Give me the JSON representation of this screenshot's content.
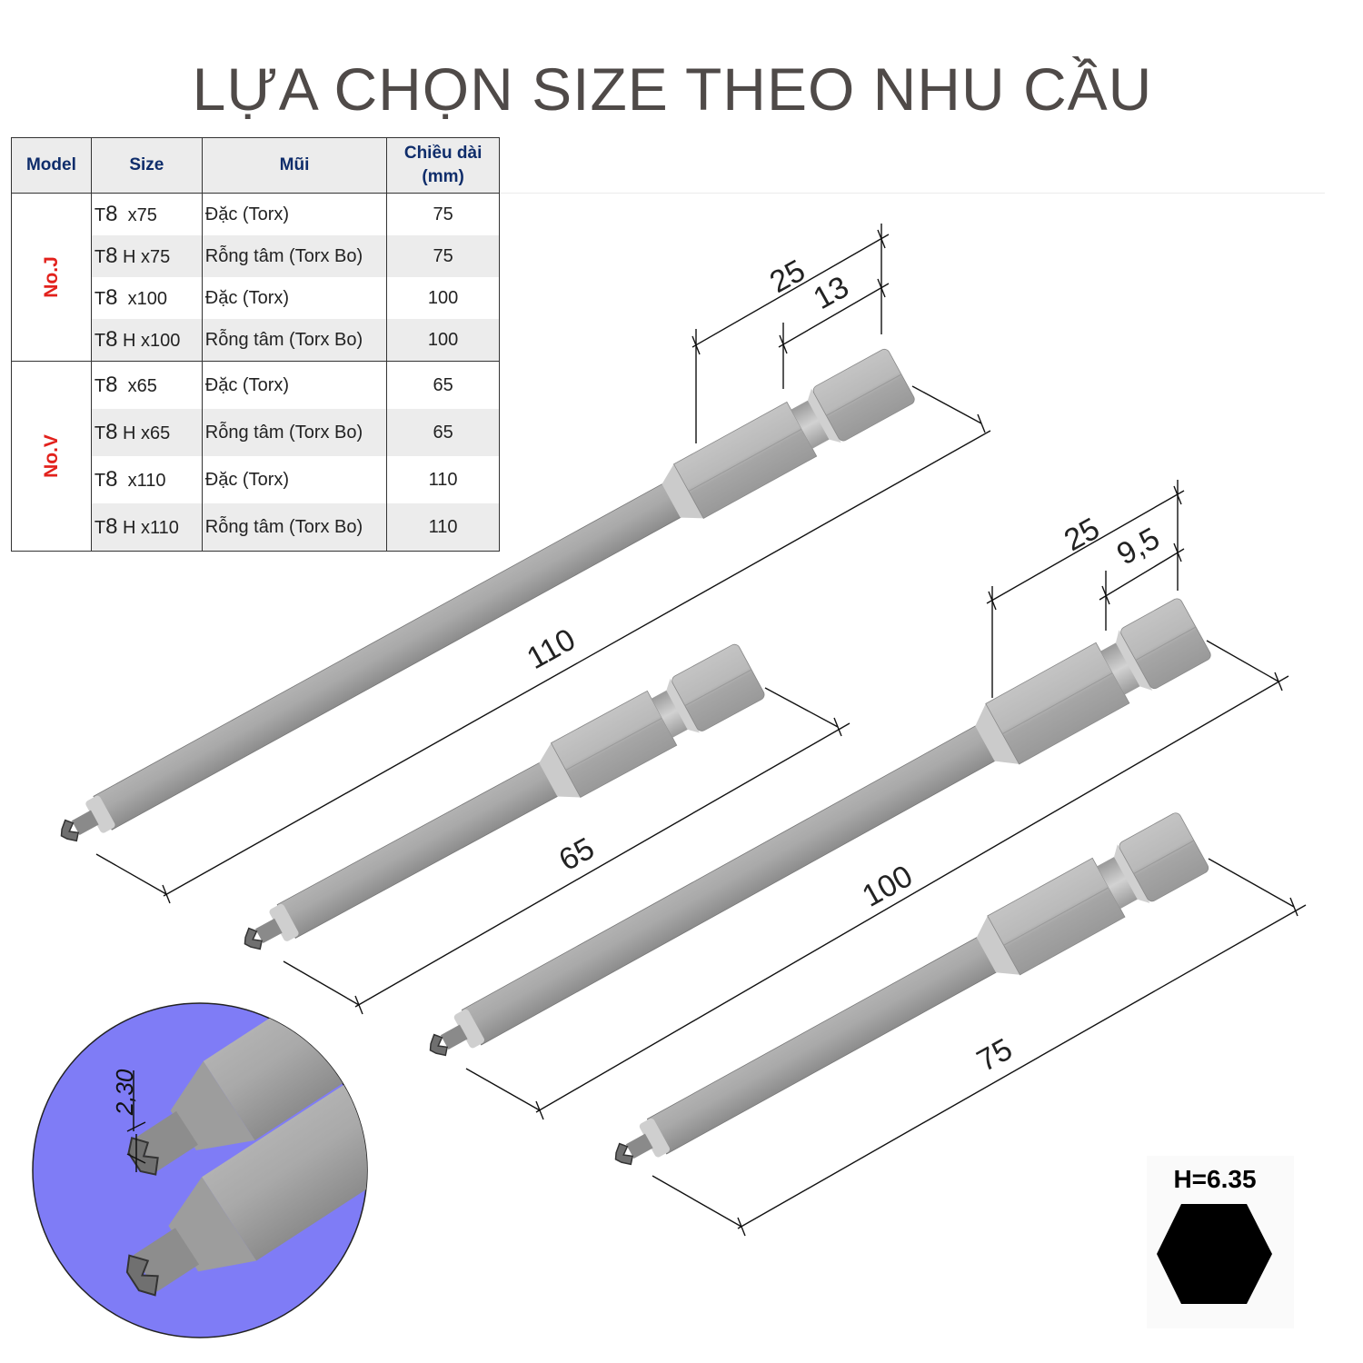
{
  "title": "LỰA CHỌN SIZE THEO NHU CẦU",
  "table": {
    "headers": [
      "Model",
      "Size",
      "Mũi",
      "Chiều dài\n(mm)"
    ],
    "groups": [
      {
        "model": "No.J",
        "rows": [
          {
            "size_t": "T",
            "size_8": "8",
            "size_rest": "  x75",
            "tip": "Đặc (Torx)",
            "length": "75"
          },
          {
            "size_t": "T",
            "size_8": "8",
            "size_rest": " H x75",
            "tip": "Rỗng tâm (Torx Bo)",
            "length": "75"
          },
          {
            "size_t": "T",
            "size_8": "8",
            "size_rest": "  x100",
            "tip": "Đặc (Torx)",
            "length": "100"
          },
          {
            "size_t": "T",
            "size_8": "8",
            "size_rest": " H x100",
            "tip": "Rỗng tâm (Torx Bo)",
            "length": "100"
          }
        ]
      },
      {
        "model": "No.V",
        "rows": [
          {
            "size_t": "T",
            "size_8": "8",
            "size_rest": "  x65",
            "tip": "Đặc (Torx)",
            "length": "65"
          },
          {
            "size_t": "T",
            "size_8": "8",
            "size_rest": " H x65",
            "tip": "Rỗng tâm (Torx Bo)",
            "length": "65"
          },
          {
            "size_t": "T",
            "size_8": "8",
            "size_rest": "  x110",
            "tip": "Đặc (Torx)",
            "length": "110"
          },
          {
            "size_t": "T",
            "size_8": "8",
            "size_rest": " H x110",
            "tip": "Rỗng tâm (Torx Bo)",
            "length": "110"
          }
        ]
      }
    ]
  },
  "dimensions": {
    "bit1_length": "110",
    "bit1_hex": "25",
    "bit1_tip": "13",
    "bit2_length": "65",
    "bit3_length": "100",
    "bit3_hex": "25",
    "bit3_tip": "9,5",
    "bit4_length": "75",
    "tip_diameter": "2,30"
  },
  "hex_label": "H=6.35",
  "colors": {
    "title": "#4f4a48",
    "header_text": "#0f2d6b",
    "model_text": "#e2211c",
    "circle_bg": "#7f7cf6"
  },
  "icons": [
    "hexagon-icon"
  ]
}
